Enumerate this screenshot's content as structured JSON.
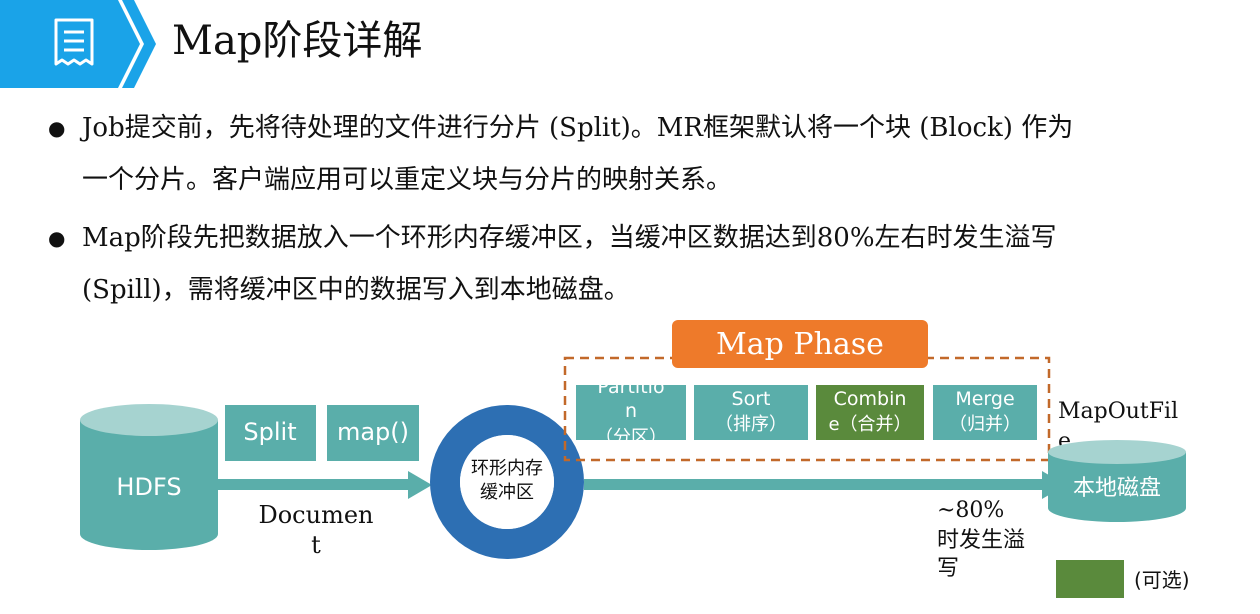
{
  "header": {
    "title": "Map阶段详解",
    "icon": "document-icon",
    "accent_color": "#1aa3e8"
  },
  "bullets": [
    {
      "line1": "Job提交前，先将待处理的文件进行分片 (Split)。MR框架默认将一个块 (Block) 作为",
      "line2": "一个分片。客户端应用可以重定义块与分片的映射关系。"
    },
    {
      "line1": "Map阶段先把数据放入一个环形内存缓冲区，当缓冲区数据达到80%左右时发生溢写",
      "line2": "(Spill)，需将缓冲区中的数据写入到本地磁盘。"
    }
  ],
  "diagram": {
    "hdfs_label": "HDFS",
    "split_label": "Split",
    "map_label": "map()",
    "document_label_1": "Documen",
    "document_label_2": "t",
    "buffer_label_1": "环形内存",
    "buffer_label_2": "缓冲区",
    "map_phase_label": "Map Phase",
    "phase_boxes": [
      {
        "line1": "Partitio",
        "line2": "n",
        "line3": "（分区）",
        "optional": false
      },
      {
        "line1": "Sort",
        "line2": "（排序）",
        "optional": false
      },
      {
        "line1": "Combin",
        "line2": "e（合并）",
        "optional": true
      },
      {
        "line1": "Merge",
        "line2": "（归并）",
        "optional": false
      }
    ],
    "mapoutfile_label_1": "MapOutFil",
    "mapoutfile_label_2": "e",
    "disk_label": "本地磁盘",
    "spill_label_1": "~80%",
    "spill_label_2": "时发生溢",
    "spill_label_3": "写",
    "legend_label": "(可选)",
    "colors": {
      "teal": "#5aaeaa",
      "teal_light": "#a6d3d0",
      "blue_ring": "#2d6fb3",
      "orange": "#ee7a2a",
      "optional_green": "#5a8a3c"
    }
  }
}
